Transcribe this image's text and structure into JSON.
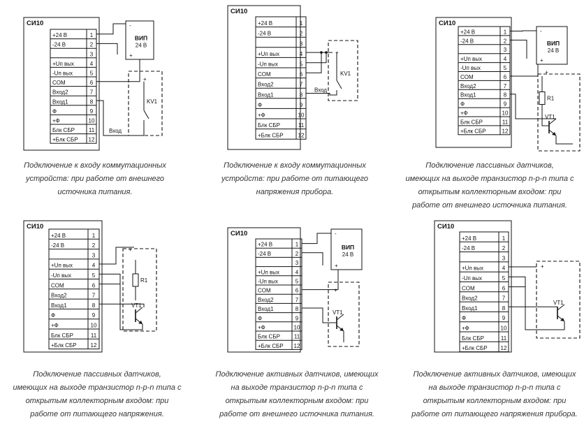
{
  "device": "СИ10",
  "terminals": [
    {
      "label": "+24 В",
      "num": "1"
    },
    {
      "label": "-24 В",
      "num": "2"
    },
    {
      "label": "",
      "num": "3"
    },
    {
      "label": "+Uп вых",
      "num": "4"
    },
    {
      "label": "-Uп вых",
      "num": "5"
    },
    {
      "label": "COM",
      "num": "6"
    },
    {
      "label": "Вход2",
      "num": "7"
    },
    {
      "label": "Вход1",
      "num": "8"
    },
    {
      "label": "Ф",
      "num": "9"
    },
    {
      "label": "+Ф",
      "num": "10"
    },
    {
      "label": "Блк СБР",
      "num": "11"
    },
    {
      "label": "+Блк СБР",
      "num": "12"
    }
  ],
  "vip": {
    "title": "ВИП",
    "voltage": "24 В"
  },
  "symbols": {
    "plus": "+",
    "minus": "-",
    "relay": "KV1",
    "input": "Вход",
    "resistor": "R1",
    "transistor": "VT1"
  },
  "panels": [
    {
      "id": "p1",
      "caption": [
        "Подключение к входу коммутационных",
        "устройств: при работе от внешнего",
        "источника питания."
      ]
    },
    {
      "id": "p2",
      "caption": [
        "Подключение к входу коммутационных",
        "устройств: при работе от питающего",
        "напряжения прибора."
      ]
    },
    {
      "id": "p3",
      "caption": [
        "Подключение пассивных датчиков,",
        "имеющих на выходе транзистор n-p-n типа с",
        "открытым коллекторным входом: при",
        "работе от внешнего источника питания."
      ]
    },
    {
      "id": "p4",
      "caption": [
        "Подключение пассивных датчиков,",
        "имеющих на выходе транзистор n-p-n типа с",
        "открытым коллекторным входом: при",
        "работе от питающего напряжения."
      ]
    },
    {
      "id": "p5",
      "caption": [
        "Подключение активных датчиков, имеющих",
        "на выходе транзистор n-p-n типа с",
        "открытым коллекторным входом: при",
        "работе от внешнего источника питания."
      ]
    },
    {
      "id": "p6",
      "caption": [
        "Подключение активных датчиков, имеющих",
        "на выходе транзистор n-p-n типа с",
        "открытым коллекторным входом: при",
        "работе от питающего напряжения прибора."
      ]
    }
  ]
}
